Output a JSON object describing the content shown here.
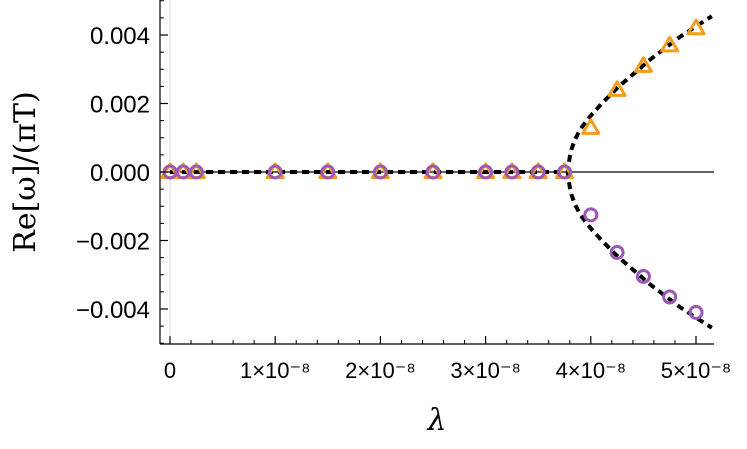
{
  "chart_data": {
    "type": "scatter",
    "xlabel": "λ",
    "ylabel": "Re[ω]/(πT)",
    "xlim": [
      -1.65e-10,
      5.2e-09
    ],
    "ylim": [
      -0.005,
      0.005
    ],
    "x_ticks": [
      {
        "value": 0,
        "label": "0"
      },
      {
        "value": 1e-08,
        "label": "1×10⁻⁸"
      },
      {
        "value": 2e-08,
        "label": "2×10⁻⁸"
      },
      {
        "value": 3e-08,
        "label": "3×10⁻⁸"
      },
      {
        "value": 4e-08,
        "label": "4×10⁻⁸"
      },
      {
        "value": 5e-08,
        "label": "5×10⁻⁸"
      }
    ],
    "y_ticks": [
      {
        "value": 0.004,
        "label": "0.004"
      },
      {
        "value": 0.002,
        "label": "0.002"
      },
      {
        "value": 0.0,
        "label": "0.000"
      },
      {
        "value": -0.002,
        "label": "−0.002"
      },
      {
        "value": -0.004,
        "label": "−0.004"
      }
    ],
    "grid": false,
    "colors": {
      "triangles": "#f39c1f",
      "circles": "#9b59b6",
      "curve": "#000000"
    },
    "series": [
      {
        "marker": "triangle",
        "x": [
          0.0,
          1.25e-09,
          2.5e-09,
          1e-08,
          1.5e-08,
          2e-08,
          2.5e-08,
          3e-08,
          3.25e-08,
          3.5e-08,
          3.75e-08,
          4e-08,
          4.25e-08,
          4.5e-08,
          4.75e-08,
          5e-08
        ],
        "y": [
          0,
          0,
          0,
          0,
          0,
          0,
          0,
          0,
          0,
          0,
          0,
          0.00129,
          0.0024,
          0.0031,
          0.0037,
          0.0042
        ]
      },
      {
        "marker": "circle",
        "x": [
          0.0,
          1.25e-09,
          2.5e-09,
          1e-08,
          1.5e-08,
          2e-08,
          2.5e-08,
          3e-08,
          3.25e-08,
          3.5e-08,
          3.75e-08,
          4e-08,
          4.25e-08,
          4.5e-08,
          4.75e-08,
          5e-08
        ],
        "y": [
          0,
          0,
          0,
          0,
          0,
          0,
          0,
          0,
          0,
          0,
          0,
          -0.00125,
          -0.00235,
          -0.00305,
          -0.00365,
          -0.0041
        ]
      },
      {
        "marker": "dashed-line",
        "x": [
          0,
          3.78e-08,
          3.8e-08,
          3.82e-08,
          3.85e-08,
          3.9e-08,
          4e-08,
          4.12e-08,
          4.25e-08,
          4.4e-08,
          4.55e-08,
          4.7e-08,
          4.85e-08,
          5e-08,
          5.15e-08
        ],
        "y_upper": [
          0,
          0,
          0.00045,
          0.0007,
          0.00095,
          0.00125,
          0.00165,
          0.00205,
          0.00245,
          0.00285,
          0.00325,
          0.0036,
          0.00395,
          0.00425,
          0.00455
        ],
        "y_lower": [
          0,
          0,
          -0.00045,
          -0.0007,
          -0.00095,
          -0.00125,
          -0.00165,
          -0.00205,
          -0.00245,
          -0.00285,
          -0.00325,
          -0.0036,
          -0.00395,
          -0.00425,
          -0.00455
        ]
      }
    ]
  }
}
